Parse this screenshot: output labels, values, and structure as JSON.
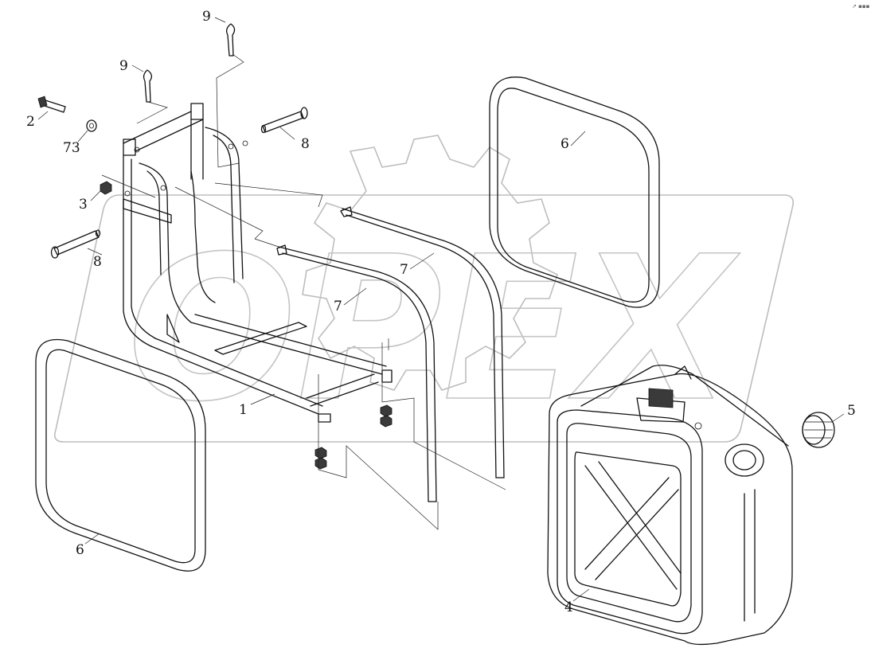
{
  "watermark": {
    "text": "OPEX",
    "color": "#c4c4c4"
  },
  "callouts": {
    "frame": "1",
    "bolt": "2",
    "nut": "3",
    "tank": "4",
    "cap": "5",
    "pad_upper": "6",
    "pad_lower": "6",
    "strap_front": "7",
    "strap_back": "7",
    "pin_upper": "8",
    "pin_lower": "8",
    "cotter_upper": "9",
    "cotter_lower": "9",
    "washer": "73"
  },
  "corner_mark": "↗ ▪▪▪",
  "colors": {
    "line": "#111111",
    "watermark": "#c4c4c4",
    "background": "#ffffff"
  }
}
